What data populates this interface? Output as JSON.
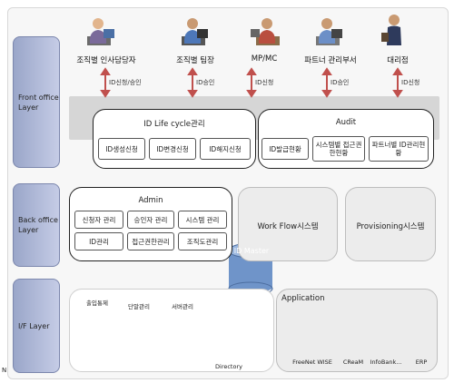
{
  "roles": [
    {
      "label": "조직별 인사담당자",
      "flow": "ID신청/승인"
    },
    {
      "label": "조직별 팀장",
      "flow": "ID승인"
    },
    {
      "label": "MP/MC",
      "flow": "ID신청"
    },
    {
      "label": "파트너 관리부서",
      "flow": "ID승인"
    },
    {
      "label": "대리점",
      "flow": "ID신청"
    }
  ],
  "layers": {
    "front": "Front office Layer",
    "back": "Back office Layer",
    "if": "I/F Layer"
  },
  "lifecycle": {
    "title": "ID Life cycle관리",
    "items": [
      "ID생성신청",
      "ID변경신청",
      "ID해지신청"
    ]
  },
  "audit": {
    "title": "Audit",
    "items": [
      "ID발급현황",
      "시스템별 접근권한현황",
      "파트너별 ID관리현황"
    ]
  },
  "admin": {
    "title": "Admin",
    "items": [
      "신청자 관리",
      "승인자 관리",
      "시스템 관리",
      "ID관리",
      "접근권한관리",
      "조직도관리"
    ]
  },
  "workflow": "Work Flow시스템",
  "provisioning": "Provisioning시스템",
  "idmaster": "ID Master",
  "interfaces": [
    "출입통제",
    "단말관리",
    "서버관리"
  ],
  "directory": "Directory",
  "application": {
    "title": "Application",
    "servers": [
      "FreeNet WISE",
      "CReaM",
      "InfoBank...",
      "ERP"
    ]
  },
  "corner_mark": "N",
  "colors": {
    "layer_fill": "#b7bfdc",
    "arrow": "#c0504d",
    "band": "#d6d6d6",
    "cylinder": "#6f94c9"
  }
}
